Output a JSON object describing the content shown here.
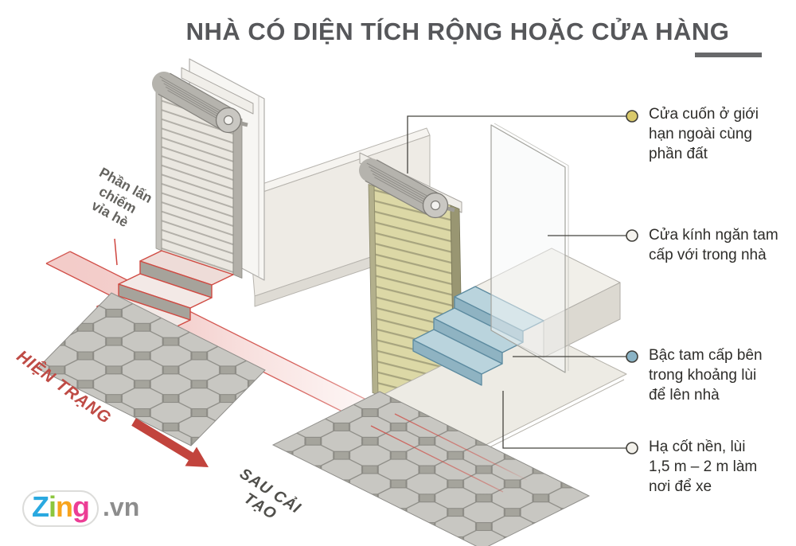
{
  "title": "NHÀ CÓ DIỆN TÍCH RỘNG HOẶC CỬA HÀNG",
  "before": {
    "label": "HIỆN TRẠNG",
    "encroach_label": {
      "full": "Phần lấn chiếm vỉa hè",
      "lines": [
        "Phần lấn",
        "chiếm",
        "vỉa hè"
      ]
    }
  },
  "after": {
    "label": "SAU CẢI TẠO"
  },
  "annotations": [
    {
      "full": "Cửa cuốn ở giới hạn ngoài cùng phần đất",
      "lines": [
        "Cửa cuốn ở giới",
        "hạn ngoài cùng",
        "phần đất"
      ],
      "dot_color": "#d9c96b"
    },
    {
      "full": "Cửa kính ngăn tam cấp với trong nhà",
      "lines": [
        "Cửa kính ngăn tam",
        "cấp với trong nhà"
      ],
      "dot_color": "#f5f3ee"
    },
    {
      "full": "Bậc tam cấp bên trong khoảng lùi để lên nhà",
      "lines": [
        "Bậc tam cấp bên",
        "trong khoảng lùi",
        "để lên nhà"
      ],
      "dot_color": "#8ab3c5"
    },
    {
      "full": "Hạ cốt nền, lùi 1,5 m – 2 m làm nơi để xe",
      "lines": [
        "Hạ cốt nền, lùi",
        "1,5 m – 2 m làm",
        "nơi để xe"
      ],
      "dot_color": "#f3f1eb"
    }
  ],
  "logo": {
    "letters": [
      {
        "ch": "Z",
        "color": "#2aa9e0"
      },
      {
        "ch": "i",
        "color": "#8cc63e"
      },
      {
        "ch": "n",
        "color": "#f7a41d"
      },
      {
        "ch": "g",
        "color": "#ec3d95"
      }
    ],
    "suffix": ".vn"
  },
  "colors": {
    "accent_red": "#cf4740",
    "title_gray": "#56575a",
    "shutter_before": "#eae7e0",
    "shutter_after": "#dcd8a6",
    "steps_after_top": "#bad4dd",
    "leader_line": "#45443f"
  }
}
